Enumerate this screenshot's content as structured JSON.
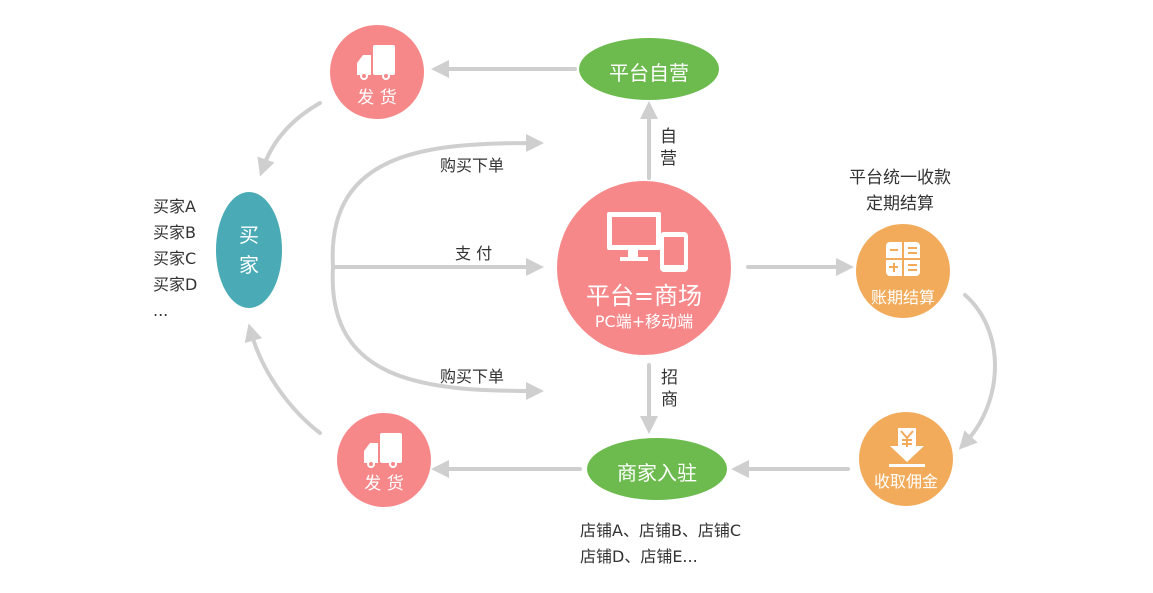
{
  "colors": {
    "pink": "#f7888a",
    "green": "#6dbb4f",
    "teal": "#4aabb6",
    "orange": "#f2ab5b",
    "arrow": "#cfcfcf",
    "text": "#333333"
  },
  "nodes": {
    "delivery_top": {
      "label": "发 货",
      "icon": "delivery-truck-icon"
    },
    "delivery_bottom": {
      "label": "发 货",
      "icon": "delivery-truck-icon"
    },
    "self_operated": {
      "label": "平台自营"
    },
    "merchant_join": {
      "label": "商家入驻"
    },
    "buyer": {
      "label": "买家"
    },
    "platform": {
      "title": "平台=商场",
      "subtitle": "PC端+移动端",
      "icon": "computer-and-phone-icon"
    },
    "settlement": {
      "label": "账期结算",
      "icon": "calculator-icon"
    },
    "commission": {
      "label": "收取佣金",
      "icon": "yuan-download-icon"
    }
  },
  "edge_labels": {
    "buy_order_top": "购买下单",
    "pay": "支 付",
    "buy_order_bottom": "购买下单",
    "self_op_vertical": "自营",
    "invite_vertical": "招商"
  },
  "notes": {
    "settlement_note": [
      "平台统一收款",
      "定期结算"
    ],
    "buyers_list": [
      "买家A",
      "买家B",
      "买家C",
      "买家D",
      "..."
    ],
    "stores_list": [
      "店铺A、店铺B、店铺C",
      "店铺D、店铺E..."
    ]
  }
}
